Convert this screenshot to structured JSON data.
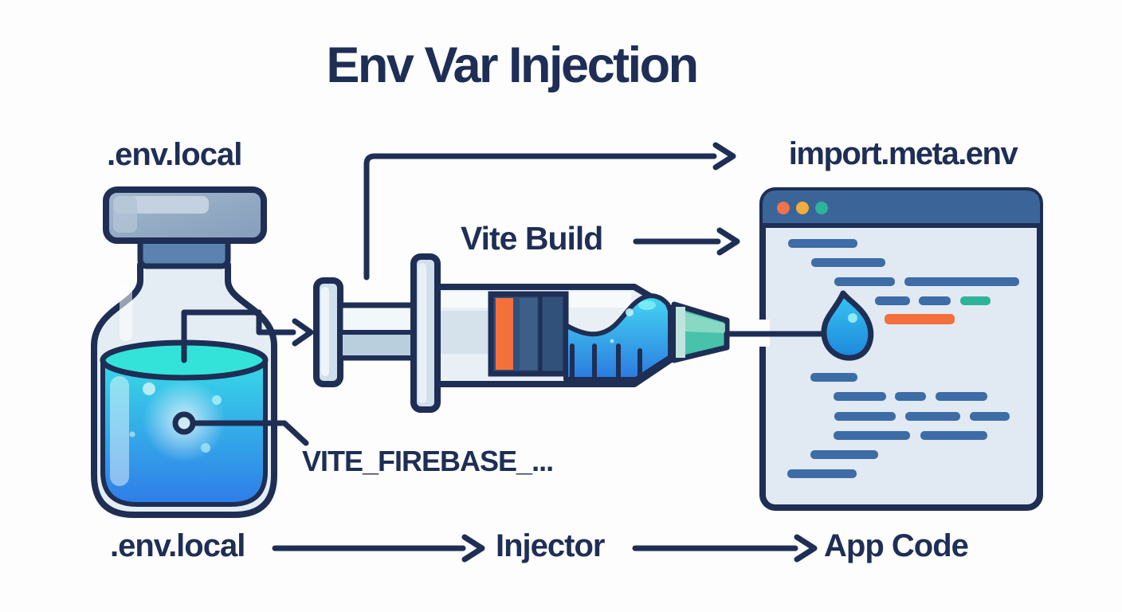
{
  "title": "Env Var Injection",
  "labels": {
    "source_file": ".env.local",
    "injected_api": "import.meta.env",
    "process": "Vite Build",
    "env_var": "VITE_FIREBASE_..."
  },
  "flow": {
    "source": ".env.local",
    "process": "Injector",
    "target": "App Code"
  },
  "colors": {
    "navy": "#1e2e55",
    "steel": "#3b6598",
    "codeblue": "#3d6ca6",
    "teal": "#2eb39b",
    "orange": "#f3703c",
    "amber": "#f2ae3c",
    "windowbody": "#e1eaf2",
    "glass": "#e4edf3",
    "cap": "#97aec7",
    "background": "#fdfdfd"
  }
}
